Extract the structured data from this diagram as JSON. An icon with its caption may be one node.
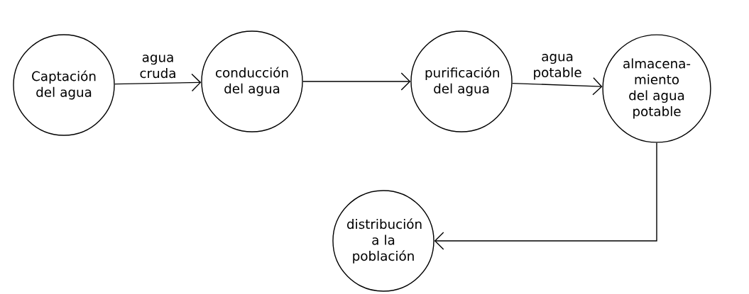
{
  "diagram": {
    "nodes": [
      {
        "text": [
          "Captación del agua"
        ]
      },
      {
        "text": [
          "conducción del agua"
        ]
      },
      {
        "text": [
          "purificación del agua"
        ]
      },
      {
        "text": [
          "almacena- miento del agua potable"
        ]
      },
      {
        "text": [
          "distribución a la población"
        ]
      }
    ],
    "edges": [
      {
        "from": 0,
        "to": 1,
        "arrow": "to",
        "label": "agua cruda"
      },
      {
        "from": 1,
        "to": 2,
        "arrow": "to"
      },
      {
        "from": 2,
        "to": 3,
        "arrow": "to",
        "label": "agua potable"
      },
      {
        "from": 3,
        "to": 4,
        "arrow": "to"
      }
    ]
  }
}
